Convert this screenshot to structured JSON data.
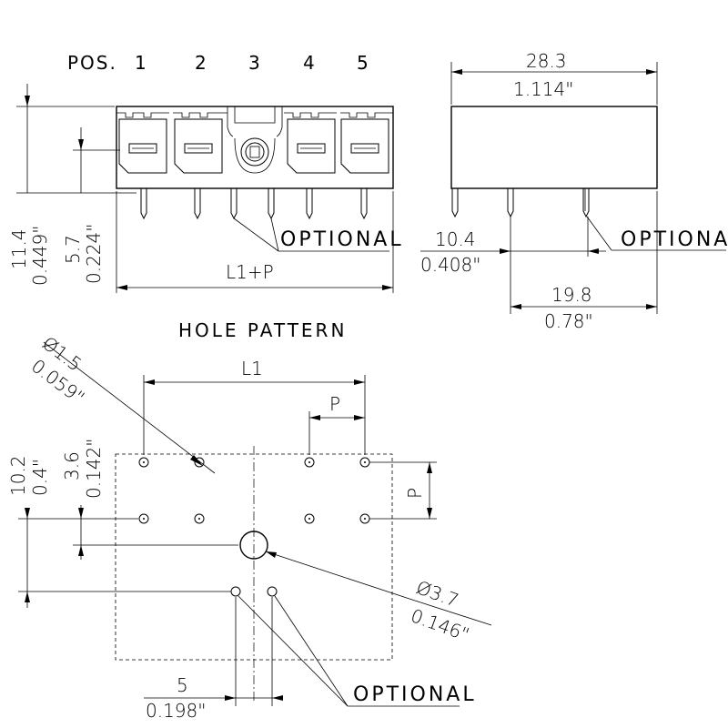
{
  "front_view": {
    "pos_label": "POS.",
    "positions": [
      "1",
      "2",
      "3",
      "4",
      "5"
    ],
    "height_mm": "11.4",
    "height_in": "0.449\"",
    "pin_height_mm": "5.7",
    "pin_height_in": "0.224\"",
    "width_label": "L1+P",
    "optional_label": "OPTIONAL"
  },
  "side_view": {
    "depth_mm": "28.3",
    "depth_in": "1.114\"",
    "offset_mm": "10.4",
    "offset_in": "0.408\"",
    "row_mm": "19.8",
    "row_in": "0.78\"",
    "optional_label": "OPTIONAL"
  },
  "hole_pattern": {
    "title": "HOLE PATTERN",
    "hole_dia_mm": "Ø1.5",
    "hole_dia_in": "0.059\"",
    "span_label": "L1",
    "pitch_label": "P",
    "pitch_side_label": "P",
    "row1_mm": "10.2",
    "row1_in": "0.4\"",
    "row2_mm": "3.6",
    "row2_in": "0.142\"",
    "big_hole_mm": "Ø3.7",
    "big_hole_in": "0.146\"",
    "opt_spacing_mm": "5",
    "opt_spacing_in": "0.198\"",
    "optional_label": "OPTIONAL"
  }
}
